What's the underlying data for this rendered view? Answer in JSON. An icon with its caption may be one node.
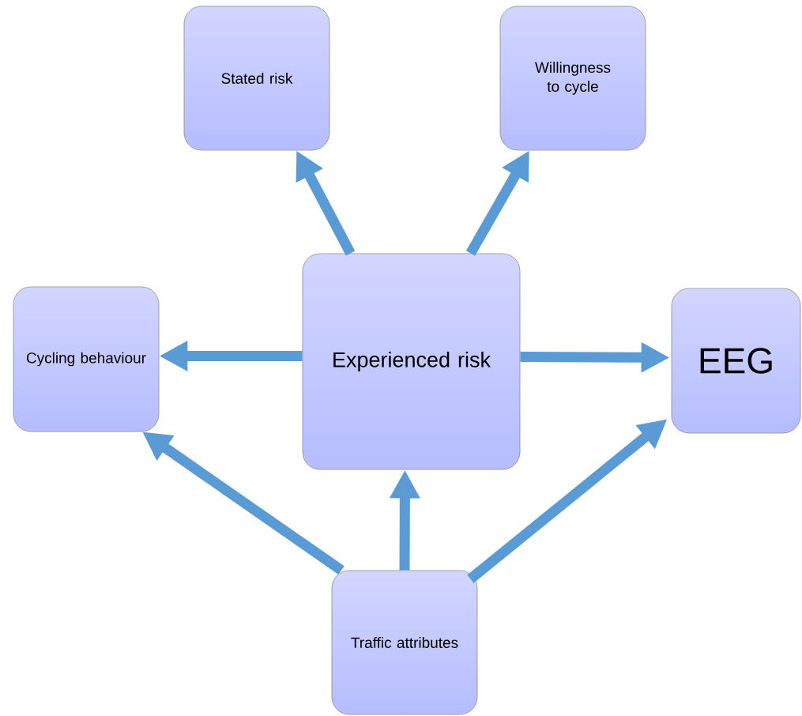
{
  "diagram": {
    "nodes": [
      {
        "text": [
          "Stated risk"
        ]
      },
      {
        "text": [
          "Willingness to cycle"
        ]
      },
      {
        "text": [
          "Cycling behaviour"
        ]
      },
      {
        "text": [
          "Experienced risk"
        ]
      },
      {
        "text": [
          "EEG"
        ]
      },
      {
        "text": [
          "Traffic attributes"
        ]
      }
    ],
    "edges": [
      {
        "from": 3,
        "to": 0,
        "arrow": "to"
      },
      {
        "from": 3,
        "to": 1,
        "arrow": "to"
      },
      {
        "from": 3,
        "to": 2,
        "arrow": "to"
      },
      {
        "from": 3,
        "to": 4,
        "arrow": "to"
      },
      {
        "from": 5,
        "to": 2,
        "arrow": "to"
      },
      {
        "from": 5,
        "to": 3,
        "arrow": "to"
      },
      {
        "from": 5,
        "to": 4,
        "arrow": "to"
      }
    ]
  }
}
